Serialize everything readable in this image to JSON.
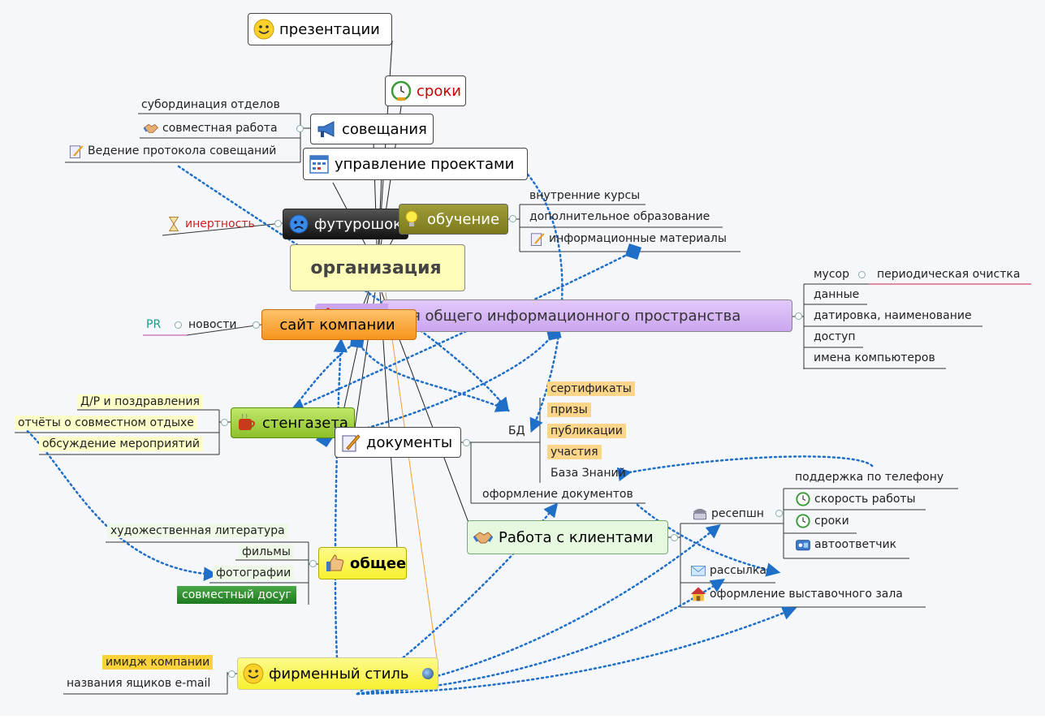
{
  "central": "организация",
  "topics": {
    "presentations": "презентации",
    "deadlines": "сроки",
    "meetings": "совещания",
    "project_mgmt": "управление проектами",
    "futuroshok": "футурошок",
    "education": "обучение",
    "info_space": "ция общего информационного пространства",
    "site": "сайт компании",
    "newspaper": "стенгазета",
    "documents": "документы",
    "clients": "Работа с клиентами",
    "general": "общее",
    "brand": "фирменный стиль"
  },
  "meetings_children": [
    "субординация отделов",
    "совместная работа",
    "Ведение протокола совещаний"
  ],
  "futuroshok_children": [
    "инертность"
  ],
  "education_children": [
    "внутренние курсы",
    "дополнительное образование",
    "информационные материалы"
  ],
  "info_children": [
    "мусор",
    "периодическая очистка",
    "данные",
    "датировка, наименование",
    "доступ",
    "имена компьютеров"
  ],
  "site_children": [
    "новости",
    "PR"
  ],
  "newspaper_children": [
    "Д/Р и поздравления",
    "отчёты о совместном отдыхе",
    "обсуждение мероприятий"
  ],
  "documents_children": {
    "db": "БД",
    "db_children": [
      "сертификаты",
      "призы",
      "публикации",
      "участия",
      "База Знаний"
    ],
    "paperwork": "оформление документов"
  },
  "clients_children": {
    "reception": "ресепшн",
    "reception_children": [
      "поддержка по телефону",
      "скорость работы",
      "сроки",
      "автоответчик"
    ],
    "mailing": "рассылка",
    "showroom": "оформление выставочного зала"
  },
  "general_children": [
    "художественная литература",
    "фильмы",
    "фотографии",
    "совместный досуг"
  ],
  "brand_children": [
    "имидж компании",
    "названия ящиков e-mail"
  ],
  "colors": {
    "central_fill": "#fdfdb8",
    "futuroshok_fill": "#2a2a2a",
    "education_fill": "#8c8a2a",
    "info_fill": "#d8b8f4",
    "site_fill": "#f9a23a",
    "newspaper_fill": "#a6d24a",
    "clients_fill": "#e6f8e0",
    "general_fill": "#fcf640",
    "brand_fill": "#fcf640",
    "deadline_text": "#cc0000",
    "dotted_link": "#1f6fc8"
  },
  "icons": {
    "presentations": "smiley-icon",
    "deadlines": "clock-icon",
    "meetings": "megaphone-icon",
    "project_mgmt": "calendar-icon",
    "futuroshok": "sad-face-icon",
    "education": "lightbulb-icon",
    "site": "house-icon",
    "newspaper": "coffee-cup-icon",
    "documents": "pen-paper-icon",
    "clients": "handshake-icon",
    "general": "thumbs-up-icon",
    "brand": "smiley-icon"
  }
}
